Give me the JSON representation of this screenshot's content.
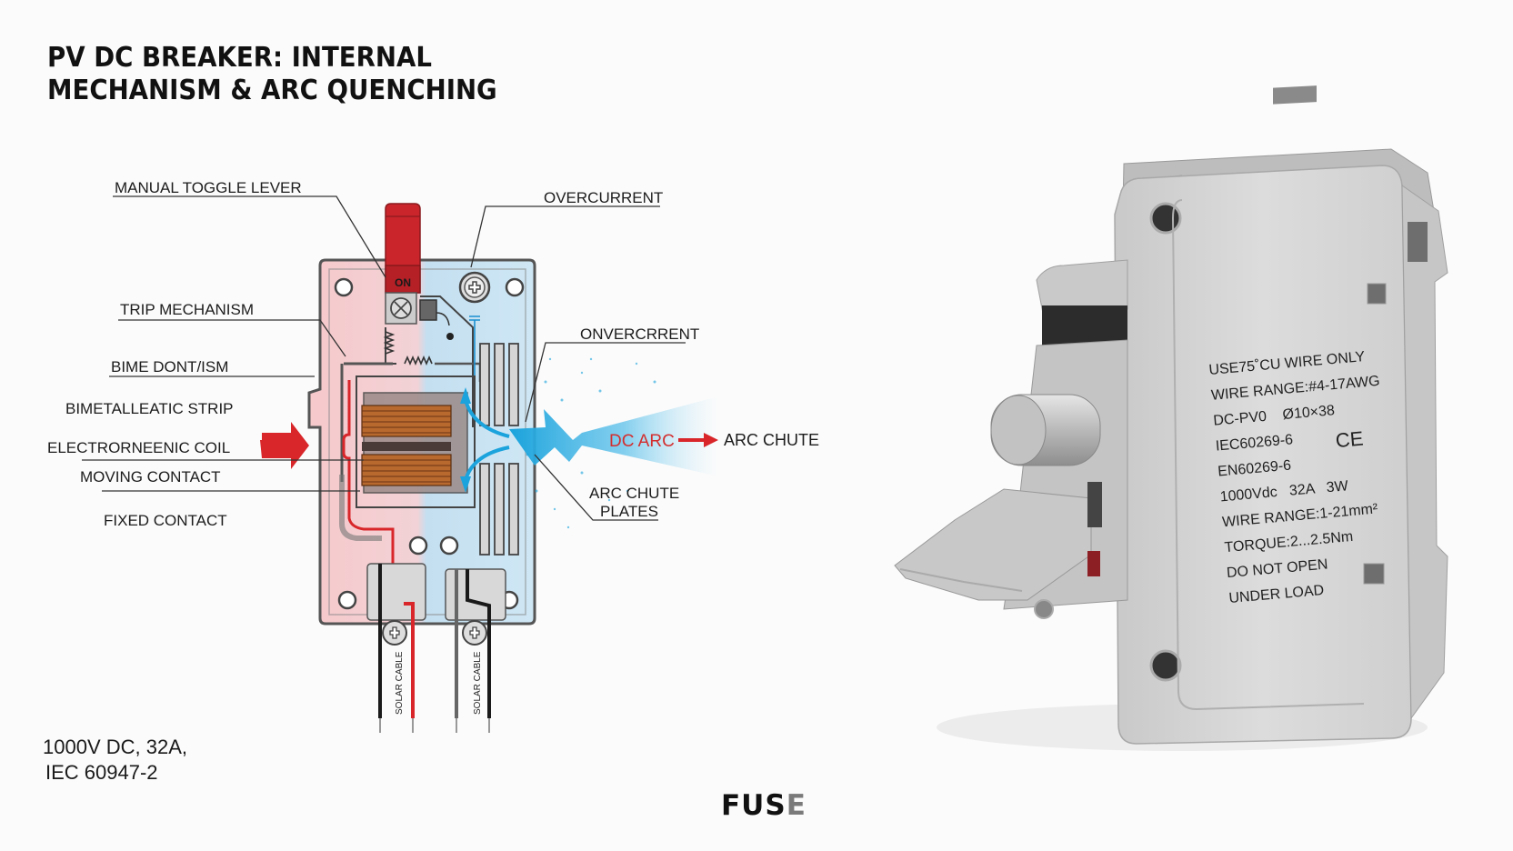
{
  "title": {
    "line1": "PV DC BREAKER: INTERNAL",
    "line2": "MECHANISM & ARC QUENCHING"
  },
  "callouts": {
    "manual_toggle_lever": "MANUAL TOGGLE LEVER",
    "overcurrent_top": "OVERCURRENT",
    "trip_mechanism": "TRIP MECHANISM",
    "bime_dont_ism": "BIME DONT/ISM",
    "bimetalleatic_strip": "BIMETALLEATIC STRIP",
    "electromagnetic_coil": "ELECTRORNEENIC COIL",
    "moving_contact": "MOVING CONTACT",
    "fixed_contact": "FIXED CONTACT",
    "overcurrent_right": "ONVERCRRENT",
    "dc_arc": "DC ARC",
    "arc_chute": "ARC CHUTE",
    "arc_chute_plates_1": "ARC CHUTE",
    "arc_chute_plates_2": "PLATES"
  },
  "diagram": {
    "toggle_state": "ON",
    "cable_label_left": "SOLAR CABLE",
    "cable_label_right": "SOLAR CABLE",
    "colors": {
      "hot_side": "#f4c7c9",
      "cold_side": "#bfdcef",
      "lever_red": "#c9252b",
      "arc_blue": "#1aa3dc",
      "arrow_red": "#d8262a",
      "coil_copper": "#b8692e"
    }
  },
  "spec": {
    "line1": "1000V DC, 32A,",
    "line2": "IEC 60947-2"
  },
  "product_label": {
    "lines": [
      "USE75˚CU WIRE ONLY",
      "WIRE RANGE:#4-17AWG",
      "DC-PV0    Ø10×38",
      "IEC60269-6",
      "EN60269-6",
      "1000Vdc   32A   3W",
      "WIRE RANGE:1-21mm²",
      "TORQUE:2...2.5Nm",
      "DO NOT OPEN",
      "UNDER LOAD"
    ],
    "ce_mark": "CE"
  },
  "logo": {
    "text_main": "FUS",
    "text_accent": "E"
  }
}
